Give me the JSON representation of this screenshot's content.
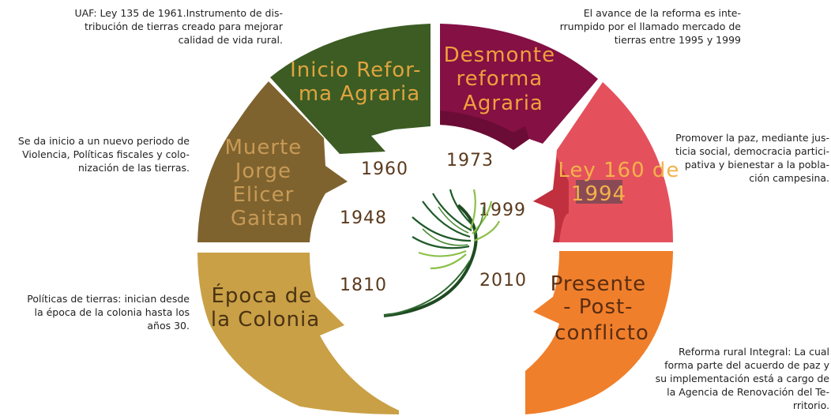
{
  "segments": [
    {
      "id": "colonia",
      "label_lines": [
        "Época de",
        "la Colonia"
      ],
      "year": "1810",
      "description": "Políticas de tierras: inician desde\nla época de la colonia hasta los\naños 30.",
      "color": "#c9a046",
      "text_color": "#4a3214"
    },
    {
      "id": "gaitan",
      "label_lines": [
        "Muerte",
        "Jorge",
        "Elicer",
        "Gaitan"
      ],
      "year": "1948",
      "description": "Se da inicio a un nuevo periodo de\nViolencia, Políticas fiscales y colo-\nnización de las tierras.",
      "color": "#7f632e",
      "text_color": "#c79a57"
    },
    {
      "id": "reforma",
      "label_lines": [
        "Inicio Refor-",
        "ma Agraria"
      ],
      "year": "1960",
      "description": "UAF: Ley 135 de 1961.Instrumento de dis-\ntribución de tierras creado para mejorar\ncalidad de vida rural.",
      "color": "#3c5c23",
      "text_color": "#e0a43f"
    },
    {
      "id": "desmonte",
      "label_lines": [
        "Desmonte",
        "reforma",
        "Agraria"
      ],
      "year": "1973",
      "description": "El avance de la reforma es inte-\nrrumpido por el llamado mercado de\ntierras entre 1995 y 1999",
      "color": "#841044",
      "text_color": "#f0a03c"
    },
    {
      "id": "ley160",
      "label_lines": [
        "Ley 160 de",
        "1994"
      ],
      "year": "1999",
      "description": "Promover la paz, mediante jus-\nticia social, democracia partici-\npativa y bienestar a la pobla-\nción campesina.",
      "color": "#e4515d",
      "text_color": "#f4b24a"
    },
    {
      "id": "presente",
      "label_lines": [
        "Presente",
        "- Post-",
        "conflicto"
      ],
      "year": "2010",
      "description": "Reforma rural Integral: La cual\nforma parte del acuerdo de paz y\nsu implementación está a cargo de\nla Agencia de Renovación del Te-\nrritorio.",
      "color": "#f07f2c",
      "text_color": "#5a2d10"
    }
  ],
  "colors": {
    "year_text": "#5b3a1e",
    "leaf_dark": "#1f5a2a",
    "leaf_light": "#8cc04a",
    "highlight_box": "#8a4a55"
  },
  "icons": {
    "center": "palm-leaf-icon"
  }
}
